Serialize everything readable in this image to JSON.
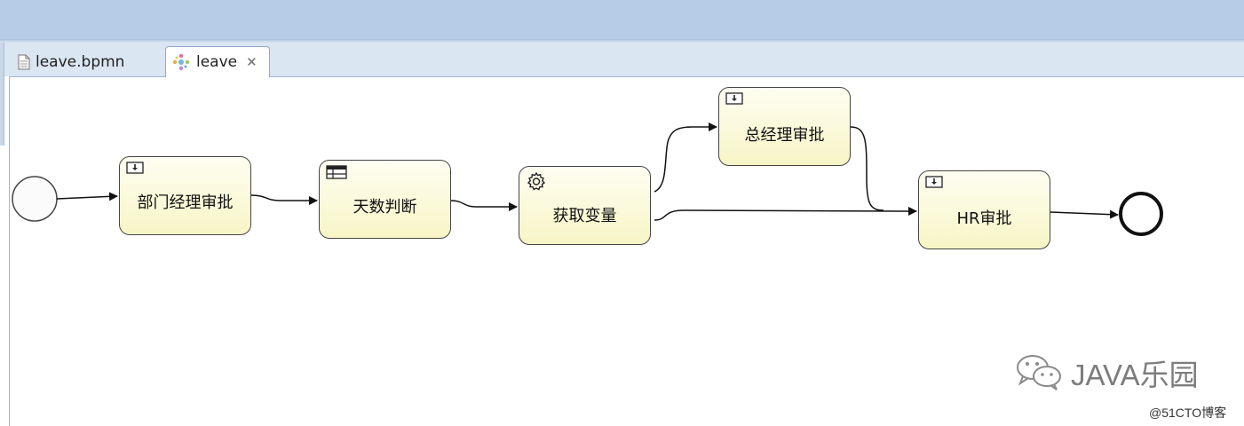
{
  "tabs": [
    {
      "label": "leave.bpmn",
      "icon": "document-icon",
      "active": false
    },
    {
      "label": "leave",
      "icon": "diagram-icon",
      "active": true
    }
  ],
  "diagram": {
    "start_event": {
      "type": "start"
    },
    "end_event": {
      "type": "end"
    },
    "tasks": [
      {
        "id": "dept",
        "label": "部门经理审批",
        "kind": "user-task"
      },
      {
        "id": "days",
        "label": "天数判断",
        "kind": "business-rule-task"
      },
      {
        "id": "vars",
        "label": "获取变量",
        "kind": "service-task"
      },
      {
        "id": "gm",
        "label": "总经理审批",
        "kind": "user-task"
      },
      {
        "id": "hr",
        "label": "HR审批",
        "kind": "user-task"
      }
    ]
  },
  "watermark": {
    "brand": "JAVA乐园",
    "site": "@51CTO博客"
  },
  "colors": {
    "task_fill_top": "#fefef2",
    "task_fill_bottom": "#f7f5c6",
    "task_border": "#444444",
    "title_band": "#b5cde6"
  }
}
